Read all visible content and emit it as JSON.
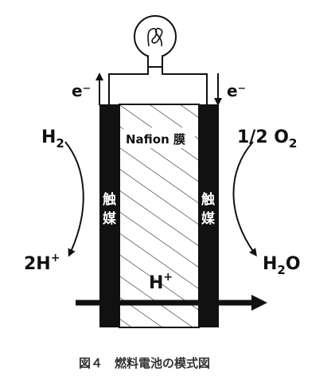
{
  "labels": {
    "electron_left": "e⁻",
    "electron_right": "e⁻",
    "membrane": "Nafion 膜",
    "hydrogen_base": "H",
    "hydrogen_sub": "2",
    "oxygen_prefix": "1/2 O",
    "oxygen_sub": "2",
    "proton_left_base": "2H",
    "proton_left_sup": "+",
    "water_base": "H",
    "water_sub": "2",
    "water_suffix": "O",
    "proton_center_base": "H",
    "proton_center_sup": "+",
    "catalyst_left_top": "触",
    "catalyst_left_bottom": "媒",
    "catalyst_right_top": "触",
    "catalyst_right_bottom": "媒"
  },
  "caption": "図４　燃料電池の模式図",
  "colors": {
    "ink": "#111111",
    "electrode": "#111111",
    "caption": "#333333"
  }
}
